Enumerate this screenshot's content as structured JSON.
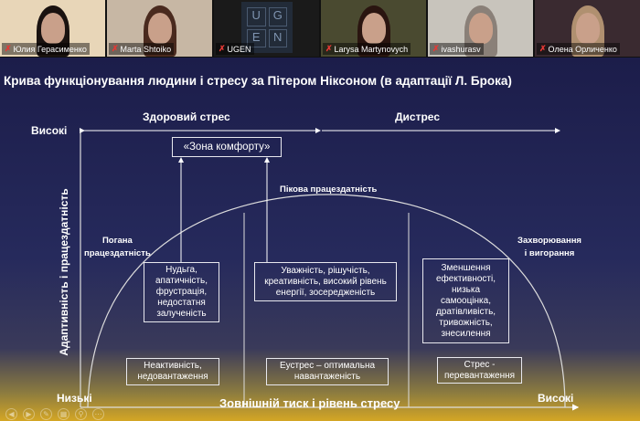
{
  "participants": [
    {
      "name": "Юлия Герасименко",
      "bg": "#e8d6b8",
      "hair": "#1a1210"
    },
    {
      "name": "Marta Shtoiko",
      "bg": "#c7b7a4",
      "hair": "#4a2a1e"
    },
    {
      "name": "UGEN",
      "bg": "#1a1a1a",
      "logo": [
        "U",
        "G",
        "E",
        "N"
      ]
    },
    {
      "name": "Larysa Martynovych",
      "bg": "#4a4a30",
      "hair": "#2a1510"
    },
    {
      "name": "ivashurasv",
      "bg": "#c8c4bc",
      "hair": "#8a8078"
    },
    {
      "name": "Олена Орличенко",
      "bg": "#3a2a30",
      "hair": "#b09070"
    }
  ],
  "slide": {
    "title": "Крива функціонування людини і стресу за Пітером Ніксоном (в адаптації Л. Брока)",
    "healthy_stress": "Здоровий стрес",
    "distress": "Дистрес",
    "y_high": "Високі",
    "y_axis_label": "Адаптивність і працездатність",
    "comfort_zone": "«Зона комфорту»",
    "peak": "Пікова працездатність",
    "poor": "Погана\nпрацездатність",
    "illness": "Захворювання\nі вигорання",
    "box_left": "Нудьга,\nапатичність,\nфрустрація,\nнедостатня\nзалученість",
    "box_mid": "Уважність, рішучість,\nкреативність, високий рівень\nенергії, зосередженість",
    "box_right": "Зменшення\nефективності,\nнизька\nсамооцінка,\nдратівливість,\nтривожність,\nзнесилення",
    "bottom_left": "Неактивність,\nнедовантаження",
    "bottom_mid": "Еустрес – оптимальна\nнавантаженість",
    "bottom_right": "Стрес -\nперевантаження",
    "x_low": "Низькі",
    "x_axis_label": "Зовнішній тиск і рівень стресу",
    "x_high": "Високі"
  }
}
